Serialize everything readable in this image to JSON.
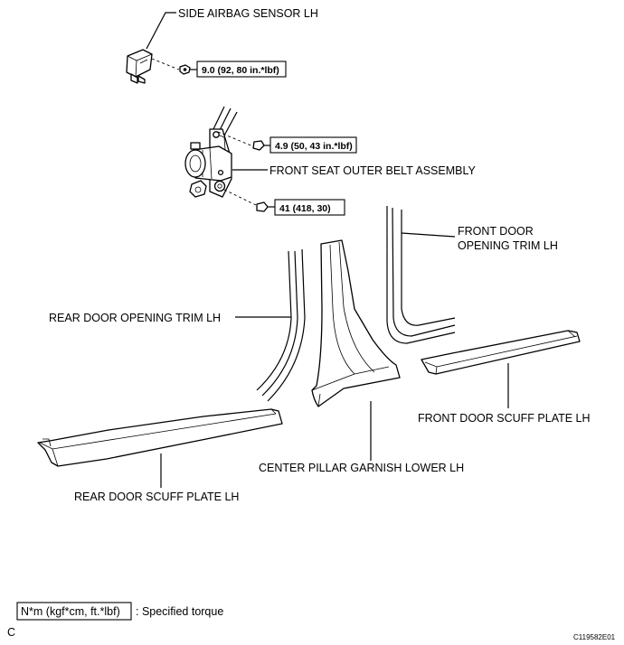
{
  "labels": {
    "side_airbag_sensor": "SIDE AIRBAG SENSOR LH",
    "front_seat_outer_belt": "FRONT SEAT OUTER BELT ASSEMBLY",
    "front_door_opening_trim_1": "FRONT DOOR",
    "front_door_opening_trim_2": "OPENING TRIM LH",
    "rear_door_opening_trim": "REAR DOOR OPENING TRIM LH",
    "front_door_scuff_plate": "FRONT DOOR SCUFF PLATE LH",
    "center_pillar_garnish": "CENTER PILLAR GARNISH LOWER LH",
    "rear_door_scuff_plate": "REAR DOOR SCUFF PLATE LH"
  },
  "torques": {
    "sensor_nut": "9.0 (92, 80 in.*lbf)",
    "belt_upper_bolt": "4.9 (50, 43 in.*lbf)",
    "belt_lower_bolt": "41 (418, 30)"
  },
  "legend": {
    "unit_box": "N*m (kgf*cm, ft.*lbf)",
    "description": ": Specified torque"
  },
  "footer": {
    "letter": "C",
    "code": "C119582E01"
  }
}
